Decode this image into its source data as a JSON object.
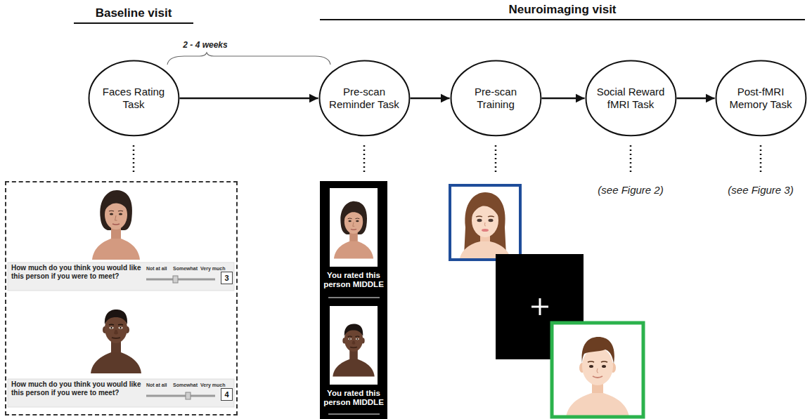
{
  "diagram": {
    "nodes": [
      {
        "text": [
          "Faces Rating Task"
        ]
      },
      {
        "text": [
          "Pre-scan Reminder Task"
        ]
      },
      {
        "text": [
          "Pre-scan Training"
        ]
      },
      {
        "text": [
          "Social Reward fMRI Task"
        ]
      },
      {
        "text": [
          "Post-fMRI Memory Task"
        ]
      },
      {
        "text": []
      },
      {
        "text": [
          "How much do you think you would like this person if you were to meet?",
          "Not at all",
          "Somewhat",
          "Very much"
        ],
        "in": 5
      },
      {
        "text": [
          "3"
        ],
        "in": 6
      },
      {
        "text": [
          "How much do you think you would like this person if you were to meet?",
          "Not at all",
          "Somewhat",
          "Very much"
        ],
        "in": 5
      },
      {
        "text": [
          "4"
        ],
        "in": 8
      },
      {
        "text": [
          "You rated this person MIDDLE",
          "You rated this person MIDDLE"
        ]
      }
    ],
    "edges": [
      {
        "from": 0,
        "to": 1,
        "arrow": "to"
      },
      {
        "from": 1,
        "to": 2,
        "arrow": "to"
      },
      {
        "from": 2,
        "to": 3,
        "arrow": "to"
      },
      {
        "from": 3,
        "to": 4,
        "arrow": "to"
      }
    ],
    "labels": [
      "Baseline visit",
      "Neuroimaging visit",
      "2 - 4 weeks",
      "(see Figure 2)",
      "(see Figure 3)"
    ]
  }
}
